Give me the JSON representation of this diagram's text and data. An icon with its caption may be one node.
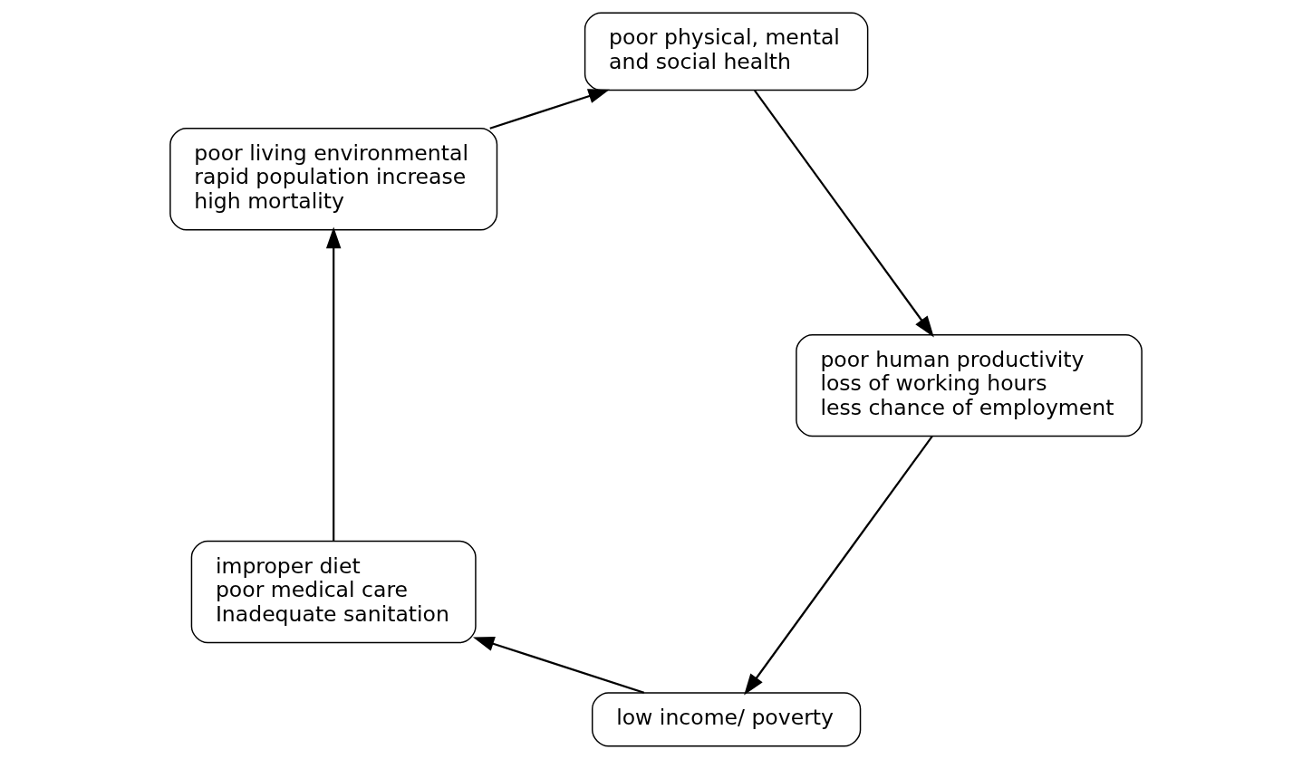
{
  "diagram": {
    "nodes": [
      {
        "text": [
          "low income/ poverty"
        ]
      },
      {
        "text": [
          "improper diet",
          "poor medical care",
          "Inadequate sanitation"
        ]
      },
      {
        "text": [
          "poor living environmental",
          "rapid population increase",
          "high mortality"
        ]
      },
      {
        "text": [
          "poor physical, mental and social health"
        ]
      },
      {
        "text": [
          "poor human productivity",
          "loss of working hours",
          "less chance of employment"
        ]
      }
    ],
    "edges": [
      {
        "from": 0,
        "to": 1,
        "arrow": "to"
      },
      {
        "from": 1,
        "to": 2,
        "arrow": "to"
      },
      {
        "from": 2,
        "to": 3,
        "arrow": "to"
      },
      {
        "from": 3,
        "to": 4,
        "arrow": "to"
      },
      {
        "from": 4,
        "to": 0,
        "arrow": "to"
      }
    ]
  }
}
